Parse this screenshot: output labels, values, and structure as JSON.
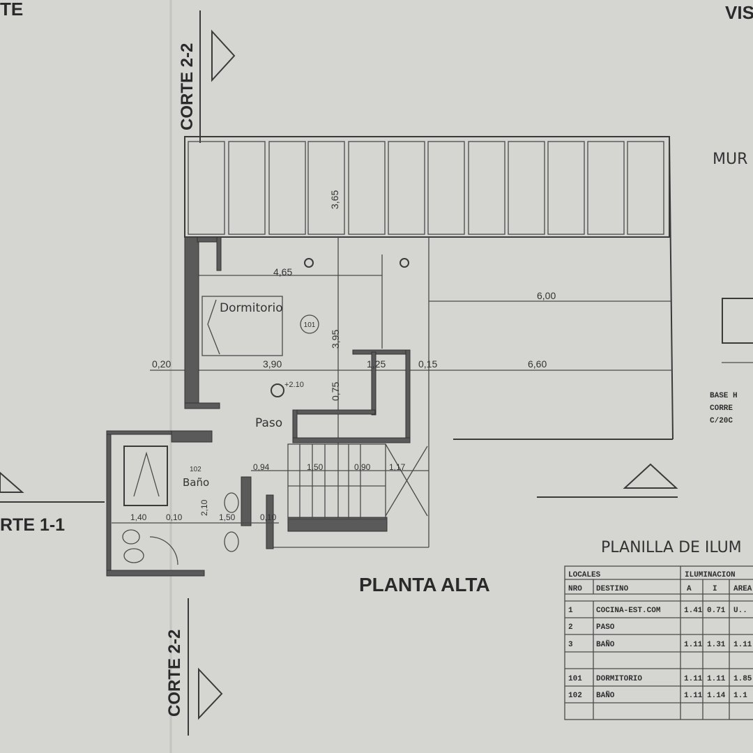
{
  "sheet": {
    "fragment_top_left": "TE",
    "fragment_top_right": "VIS",
    "title": "PLANTA ALTA",
    "corte_top": "CORTE 2-2",
    "corte_bottom": "CORTE 2-2",
    "corte_left": "RTE 1-1",
    "mur": "MUR",
    "note_lines": [
      "BASE H",
      "CORRE",
      "C/20C"
    ]
  },
  "rooms": {
    "dormitorio": "Dormitorio",
    "dormitorio_num": "101",
    "paso": "Paso",
    "bano": "Baño",
    "bano_num": "102"
  },
  "dimensions": {
    "d365": "3,65",
    "d465": "4,65",
    "d600": "6,00",
    "d020": "0,20",
    "d390": "3,90",
    "d125": "1,25",
    "d015": "0,15",
    "d660": "6,60",
    "d395": "3,95",
    "d075": "0,75",
    "d094": "0,94",
    "d150": "1,50",
    "d090": "0,90",
    "d117": "1,17",
    "d140": "1,40",
    "d010": "0,10",
    "d210": "2,10",
    "d150b": "1,50",
    "d010b": "0,10",
    "level": "+2.10"
  },
  "table": {
    "title": "PLANILLA DE ILUM",
    "group_headers": [
      "LOCALES",
      "ILUMINACION"
    ],
    "columns": [
      "NRO",
      "DESTINO",
      "A",
      "I",
      "AREA"
    ],
    "rows": [
      [
        "1",
        "COCINA-EST.COM",
        "1.41",
        "0.71",
        "U.."
      ],
      [
        "2",
        "PASO",
        "",
        "",
        ""
      ],
      [
        "3",
        "BAÑO",
        "1.11",
        "1.31",
        "1.11"
      ],
      [
        "",
        "",
        "",
        "",
        ""
      ],
      [
        "101",
        "DORMITORIO",
        "1.11",
        "1.11",
        "1.85"
      ],
      [
        "102",
        "BAÑO",
        "1.11",
        "1.14",
        "1.1"
      ],
      [
        "",
        "",
        "",
        "",
        ""
      ]
    ]
  }
}
